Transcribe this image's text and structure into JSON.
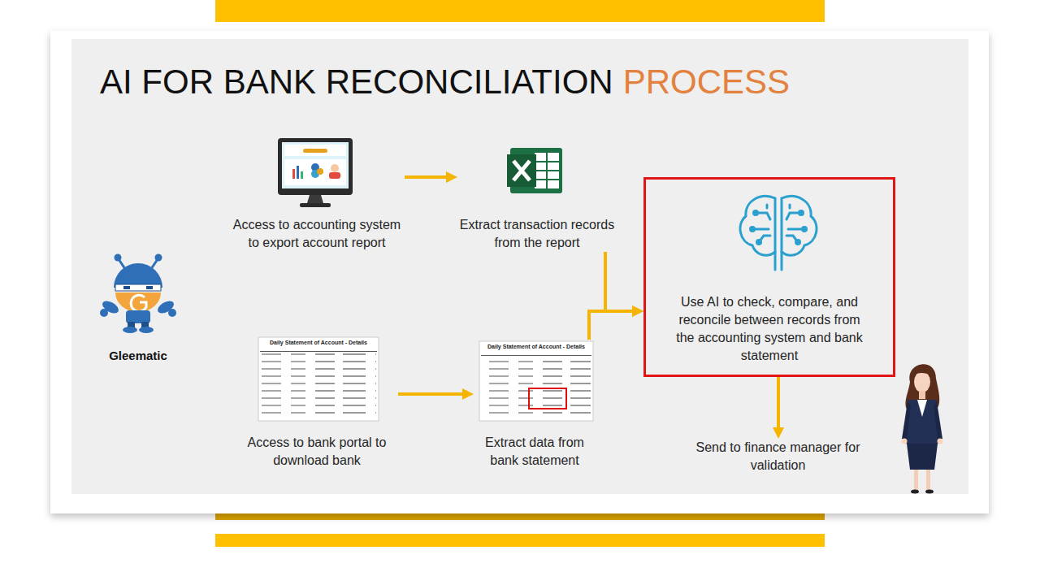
{
  "diagram": {
    "title": "AI FOR BANK RECONCILIATION",
    "nodes": [
      {
        "text": [
          "Access to accounting system to export account report"
        ]
      },
      {
        "text": [
          "Extract transaction records from the report"
        ]
      },
      {
        "text": [
          "Access to bank portal to download bank"
        ]
      },
      {
        "text": [
          "Extract data from bank statement"
        ]
      },
      {
        "text": [
          "Use AI to check, compare, and reconcile between records from the accounting system and bank statement"
        ]
      },
      {
        "text": [
          "Send to finance manager for validation"
        ]
      }
    ],
    "edges": [
      {
        "from": 0,
        "to": 1,
        "arrow": "to"
      },
      {
        "from": 1,
        "to": 4,
        "arrow": "to"
      },
      {
        "from": 2,
        "to": 3,
        "arrow": "to"
      },
      {
        "from": 3,
        "to": 4,
        "arrow": "to"
      },
      {
        "from": 4,
        "to": 5,
        "arrow": "to"
      }
    ],
    "labels": [
      "PROCESS",
      "Gleematic",
      "Daily Statement of Account - Details",
      "Daily Statement of Account - Details"
    ]
  }
}
